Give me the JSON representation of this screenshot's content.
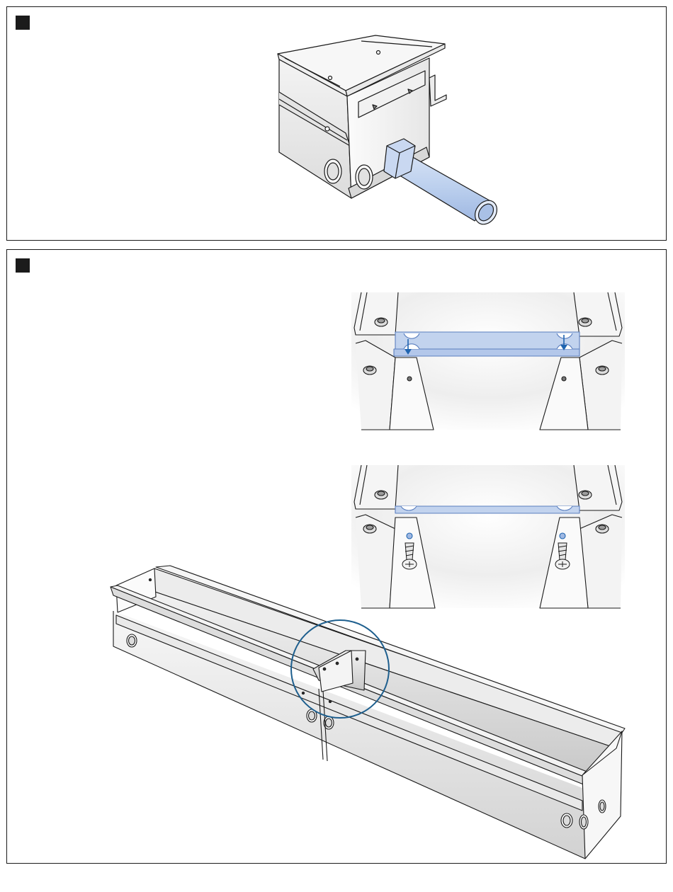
{
  "page": {
    "type": "installation-instructions",
    "colors": {
      "outline": "#1a1a1a",
      "step_marker": "#1b1b1b",
      "highlight_fill": "#c2d3ee",
      "highlight_stroke": "#5b7fbf",
      "callout_circle": "#1e5f8e",
      "arrow": "#1f64b0",
      "metal_light": "#f6f6f6",
      "metal_shadow": "#b8b8b8"
    }
  },
  "steps": [
    {
      "marker_icon": "square-step-marker",
      "illustration": "floor-box-with-conduit",
      "parts": [
        "floor-box",
        "conduit-fitting",
        "conduit-pipe",
        "knockout-holes",
        "mounting-bracket"
      ]
    },
    {
      "marker_icon": "square-step-marker",
      "illustration": "trench-duct-joint",
      "parts": [
        "trench-duct-section-a",
        "trench-duct-section-b",
        "joint-callout-circle",
        "coupling-plate",
        "screws"
      ],
      "details": [
        {
          "name": "detail-slide-coupling",
          "action": "arrows-down"
        },
        {
          "name": "detail-secure-screws",
          "action": "screws"
        }
      ]
    }
  ]
}
